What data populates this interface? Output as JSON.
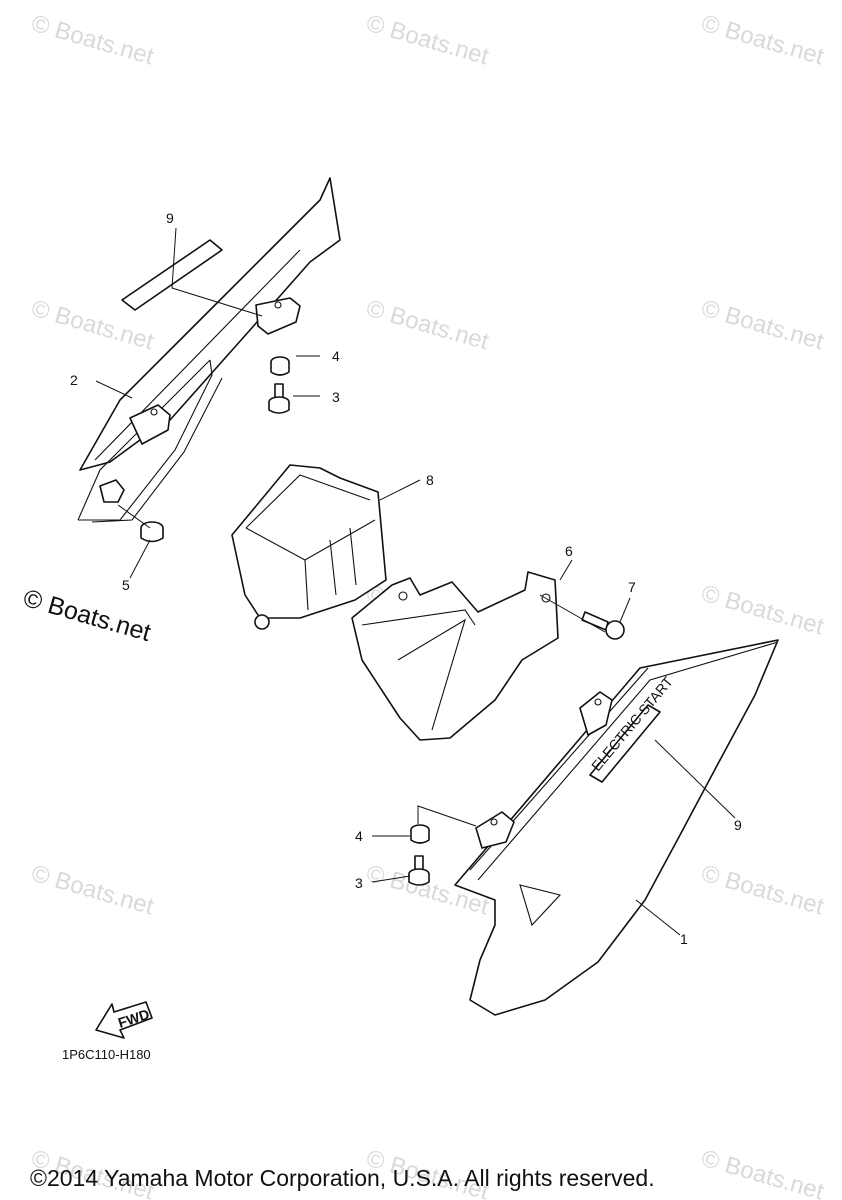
{
  "watermark": {
    "text": "© Boats.net"
  },
  "brand_mark": {
    "text": "© Boats.net"
  },
  "callouts": {
    "c1": "1",
    "c2": "2",
    "c3a": "3",
    "c3b": "3",
    "c4a": "4",
    "c4b": "4",
    "c5": "5",
    "c6": "6",
    "c7": "7",
    "c8": "8",
    "c9a": "9",
    "c9b": "9"
  },
  "fwd_label": "FWD",
  "emblem_text": "ELECTRIC START",
  "diagram_code": "1P6C110-H180",
  "copyright": "©2014 Yamaha Motor Corporation, U.S.A. All rights reserved."
}
